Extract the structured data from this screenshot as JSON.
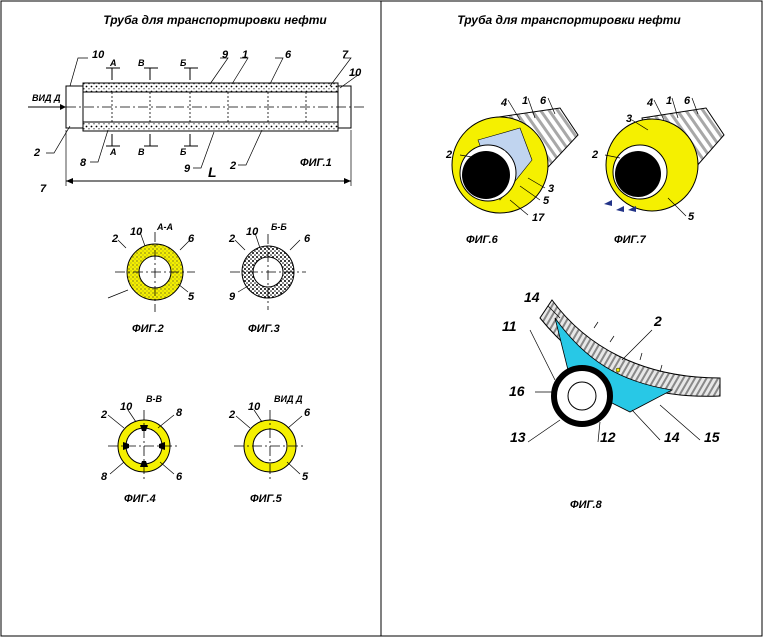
{
  "titles": {
    "left": "Труба для транспортировки нефти",
    "right": "Труба для транспортировки нефти"
  },
  "colors": {
    "yellow": "#f5f000",
    "cyan": "#28c8e6",
    "stripe": "#9a9a9a"
  },
  "fig1": {
    "caption": "ФИГ.1",
    "view_label": "ВИД Д",
    "dimension": "L",
    "section_labels": [
      "А",
      "В",
      "Б",
      "А",
      "В",
      "Б"
    ],
    "numbers": [
      "10",
      "9",
      "1",
      "6",
      "7",
      "10",
      "2",
      "8",
      "9",
      "2"
    ],
    "outside_number": "7"
  },
  "fig2": {
    "caption": "ФИГ.2",
    "section": "А-А",
    "numbers": [
      "2",
      "10",
      "6",
      "5"
    ]
  },
  "fig3": {
    "caption": "ФИГ.3",
    "section": "Б-Б",
    "numbers": [
      "2",
      "10",
      "6",
      "9"
    ]
  },
  "fig4": {
    "caption": "ФИГ.4",
    "section": "В-В",
    "numbers": [
      "2",
      "10",
      "8",
      "8",
      "6"
    ]
  },
  "fig5": {
    "caption": "ФИГ.5",
    "section": "ВИД Д",
    "numbers": [
      "2",
      "10",
      "6",
      "5"
    ]
  },
  "fig6": {
    "caption": "ФИГ.6",
    "numbers": [
      "4",
      "1",
      "6",
      "2",
      "3",
      "5",
      "17"
    ]
  },
  "fig7": {
    "caption": "ФИГ.7",
    "numbers": [
      "4",
      "1",
      "6",
      "3",
      "2",
      "5"
    ]
  },
  "fig8": {
    "caption": "ФИГ.8",
    "numbers": [
      "14",
      "11",
      "2",
      "16",
      "13",
      "12",
      "14",
      "15"
    ]
  }
}
